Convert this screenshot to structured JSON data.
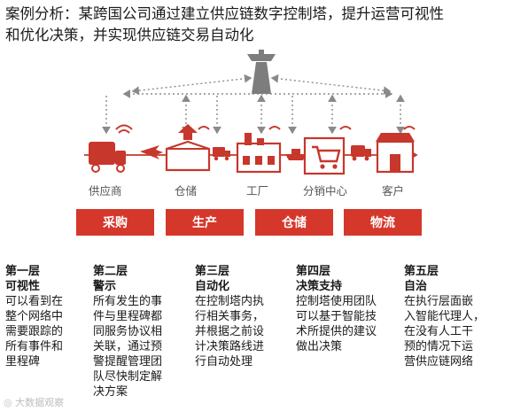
{
  "title": {
    "line1": "案例分析：某跨国公司通过建立供应链数字控制塔，提升运营可视性",
    "line2": "和优化决策，并实现供应链交易自动化"
  },
  "nodes": [
    {
      "label": "供应商",
      "icon": "truck-icon"
    },
    {
      "label": "仓储",
      "icon": "box-icon"
    },
    {
      "label": "工厂",
      "icon": "factory-icon"
    },
    {
      "label": "分销中心",
      "icon": "cart-icon"
    },
    {
      "label": "客户",
      "icon": "store-icon"
    }
  ],
  "transport_icons": [
    "airplane-icon",
    "truck-icon",
    "ship-icon",
    "van-icon"
  ],
  "phases": [
    "采购",
    "生产",
    "仓储",
    "物流"
  ],
  "layers": [
    {
      "title": "第一层",
      "name": "可视性",
      "desc": [
        "可以看到在",
        "整个网络中",
        "需要跟踪的",
        "所有事件和",
        "里程碑"
      ]
    },
    {
      "title": "第二层",
      "name": "警示",
      "desc": [
        "所有发生的事",
        "件与里程碑都",
        "同服务协议相",
        "关联，通过预",
        "警提醒管理团",
        "队尽快制定解",
        "决方案"
      ]
    },
    {
      "title": "第三层",
      "name": "自动化",
      "desc": [
        "在控制塔内执",
        "行相关事务，",
        "并根据之前设",
        "计决策路线进",
        "行自动处理"
      ]
    },
    {
      "title": "第四层",
      "name": "决策支持",
      "desc": [
        "控制塔使用团队",
        "可以基于智能技",
        "术所提供的建议",
        "做出决策"
      ]
    },
    {
      "title": "第五层",
      "name": "自治",
      "desc": [
        "在执行层面嵌",
        "入智能代理人，",
        "在没有人工干",
        "预的情况下运",
        "营供应链网络"
      ]
    }
  ],
  "watermark": "大数据观察",
  "colors": {
    "accent": "#d5372b",
    "icon": "#c7372c",
    "gray": "#8a8a8a",
    "text": "#1a1a1a"
  }
}
